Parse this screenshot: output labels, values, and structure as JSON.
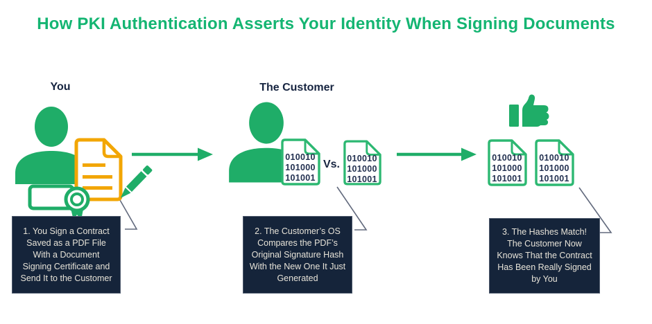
{
  "title": "How PKI Authentication Asserts Your Identity When Signing Documents",
  "colors": {
    "brand_green": "#1fad68",
    "doc_border_green": "#2db872",
    "accent_yellow": "#f2a605",
    "panel_navy": "#15243a",
    "panel_text": "#e7e3d8",
    "label_navy": "#162440",
    "hash_text": "#223050",
    "callout_gray": "#626a7d"
  },
  "sections": [
    {
      "label": "You",
      "icons": [
        "person-icon",
        "signed-document-icon",
        "pencil-icon",
        "certificate-icon"
      ],
      "caption_lines": [
        "1. You Sign a Contract",
        "Saved as a PDF File",
        "With a Document",
        "Signing Certificate and",
        "Send It to the Customer"
      ]
    },
    {
      "label": "The Customer",
      "icons": [
        "person-icon",
        "hash-document-icon",
        "hash-document-icon"
      ],
      "vs_label": "Vs.",
      "docs": [
        {
          "lines": [
            "010010",
            "101000",
            "101001"
          ]
        },
        {
          "lines": [
            "010010",
            "101000",
            "101001"
          ]
        }
      ],
      "caption_lines": [
        "2. The Customer’s OS",
        "Compares the PDF’s",
        "Original Signature Hash",
        "With the New One It Just",
        "Generated"
      ]
    },
    {
      "icons": [
        "thumbs-up-icon",
        "hash-document-icon",
        "hash-document-icon"
      ],
      "docs": [
        {
          "lines": [
            "010010",
            "101000",
            "101001"
          ]
        },
        {
          "lines": [
            "010010",
            "101000",
            "101001"
          ]
        }
      ],
      "caption_lines": [
        "3. The Hashes Match!",
        "The Customer Now",
        "Knows That the Contract",
        "Has Been Really Signed",
        "by You"
      ]
    }
  ]
}
